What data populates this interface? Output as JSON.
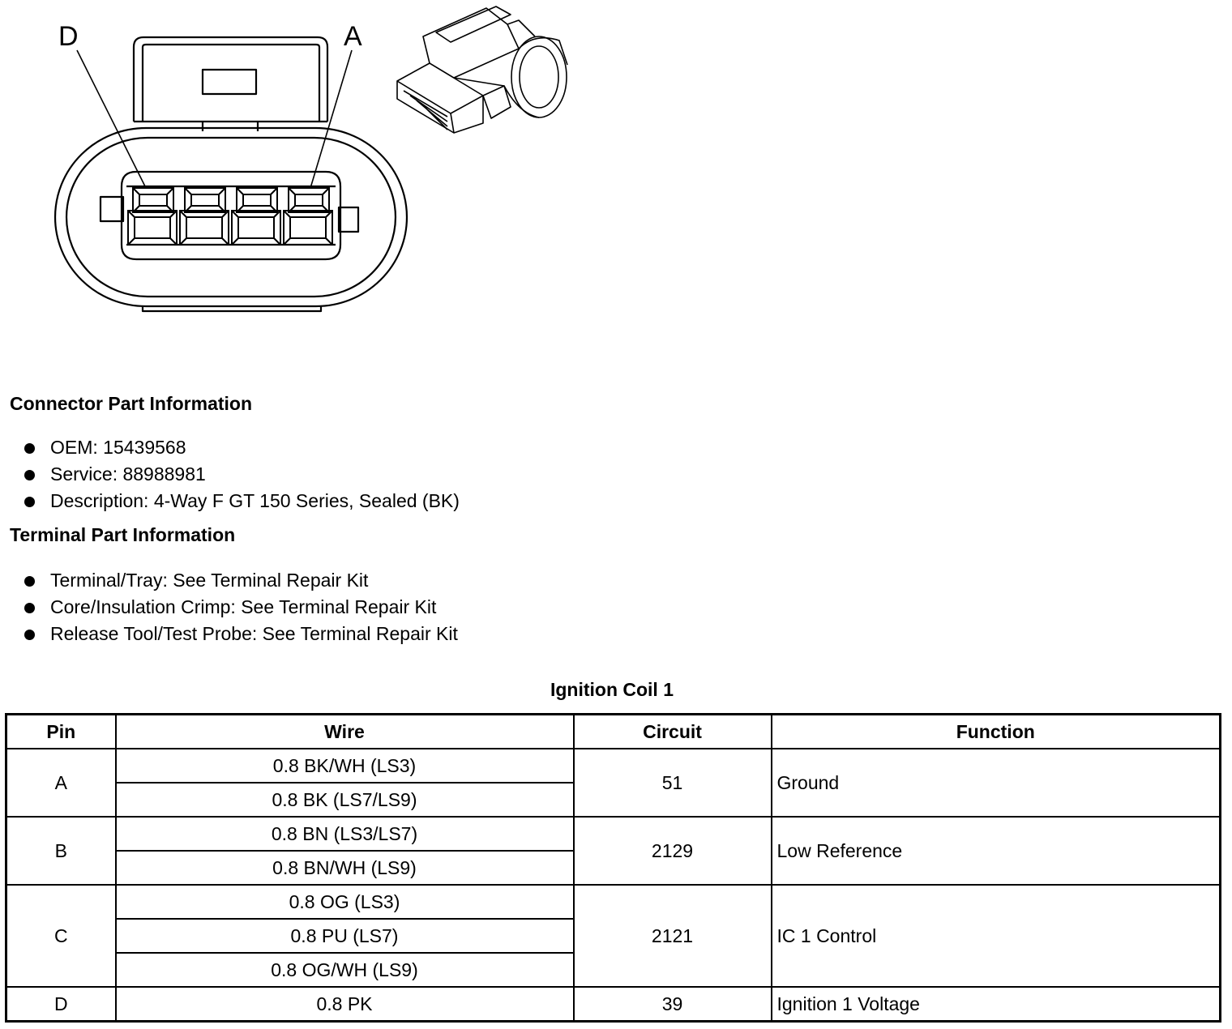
{
  "diagram": {
    "pin_label_left": "D",
    "pin_label_right": "A"
  },
  "connector_info": {
    "heading": "Connector Part Information",
    "items": [
      "OEM: 15439568",
      "Service: 88988981",
      "Description: 4-Way F GT 150 Series, Sealed (BK)"
    ]
  },
  "terminal_info": {
    "heading": "Terminal Part Information",
    "items": [
      "Terminal/Tray: See Terminal Repair Kit",
      "Core/Insulation Crimp: See Terminal Repair Kit",
      "Release Tool/Test Probe: See Terminal Repair Kit"
    ]
  },
  "table": {
    "title": "Ignition Coil 1",
    "headers": [
      "Pin",
      "Wire",
      "Circuit",
      "Function"
    ],
    "rows": [
      {
        "pin": "A",
        "wires": [
          "0.8 BK/WH (LS3)",
          "0.8 BK (LS7/LS9)"
        ],
        "circuit": "51",
        "function": "Ground"
      },
      {
        "pin": "B",
        "wires": [
          "0.8 BN (LS3/LS7)",
          "0.8 BN/WH (LS9)"
        ],
        "circuit": "2129",
        "function": "Low Reference"
      },
      {
        "pin": "C",
        "wires": [
          "0.8 OG (LS3)",
          "0.8 PU (LS7)",
          "0.8 OG/WH (LS9)"
        ],
        "circuit": "2121",
        "function": "IC 1 Control"
      },
      {
        "pin": "D",
        "wires": [
          "0.8 PK"
        ],
        "circuit": "39",
        "function": "Ignition 1 Voltage"
      }
    ]
  }
}
